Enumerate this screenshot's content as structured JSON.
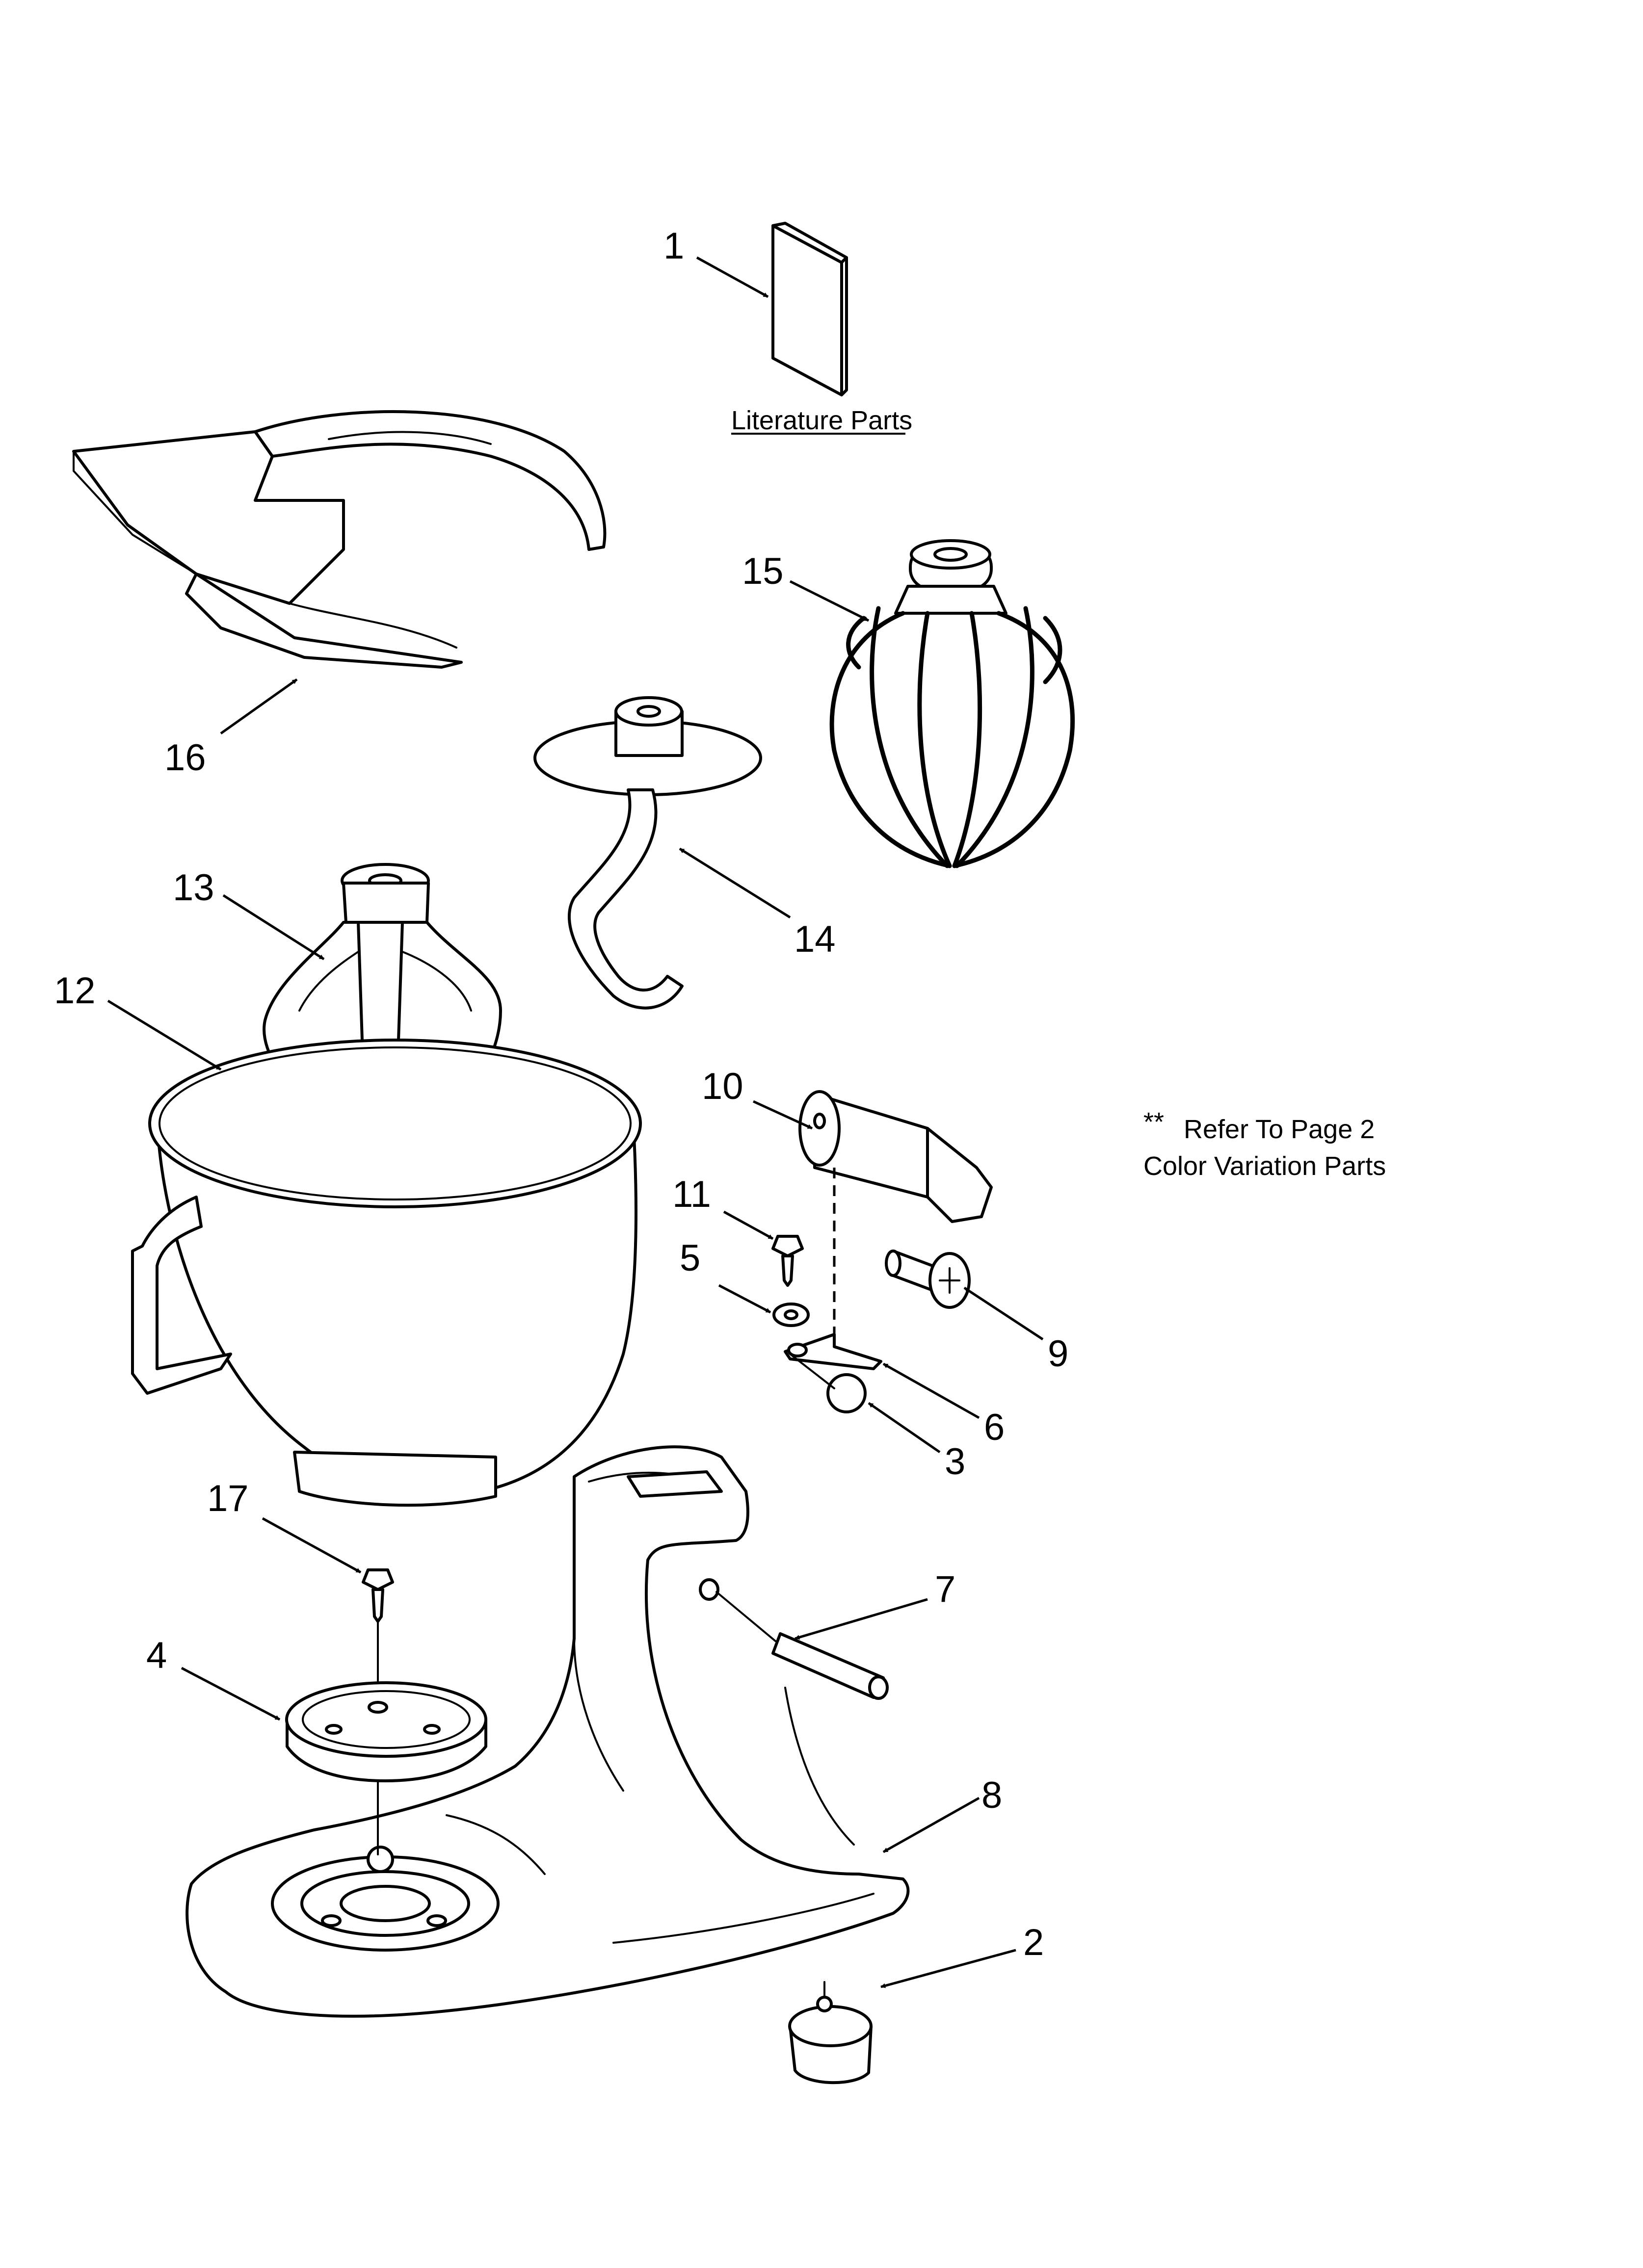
{
  "literature": {
    "label": "Literature Parts"
  },
  "note": {
    "stars": "**",
    "line1": "Refer To Page 2",
    "line2": "Color Variation Parts"
  },
  "callouts": {
    "c1": "1",
    "c2": "2",
    "c3": "3",
    "c4": "4",
    "c5": "5",
    "c6": "6",
    "c7": "7",
    "c8": "8",
    "c9": "9",
    "c10": "10",
    "c11": "11",
    "c12": "12",
    "c13": "13",
    "c14": "14",
    "c15": "15",
    "c16": "16",
    "c17": "17"
  }
}
